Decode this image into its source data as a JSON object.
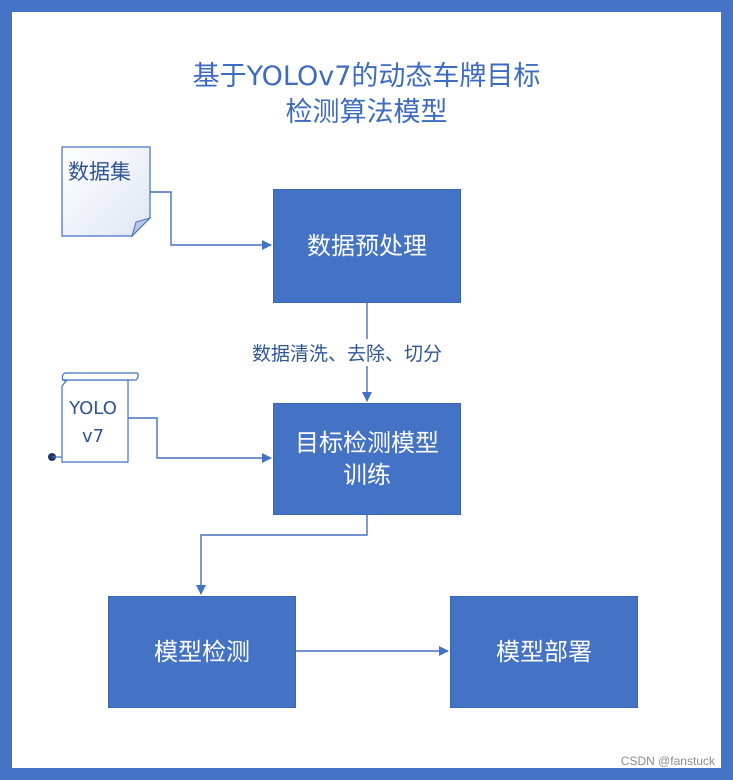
{
  "diagram": {
    "title_line1": "基于YOLOv7的动态车牌目标",
    "title_line2": "检测算法模型",
    "dataset_doc": "数据集",
    "yolo_scroll_line1": "YOLO",
    "yolo_scroll_line2": "v7",
    "preprocess_box": "数据预处理",
    "edge_label": "数据清洗、去除、切分",
    "train_box_line1": "目标检测模型",
    "train_box_line2": "训练",
    "detect_box": "模型检测",
    "deploy_box": "模型部署"
  },
  "watermark": "CSDN @fanstuck",
  "colors": {
    "frame": "#4472c4",
    "box_fill": "#4472c4",
    "connector": "#4472c4",
    "title_text": "#3d6bc0"
  }
}
